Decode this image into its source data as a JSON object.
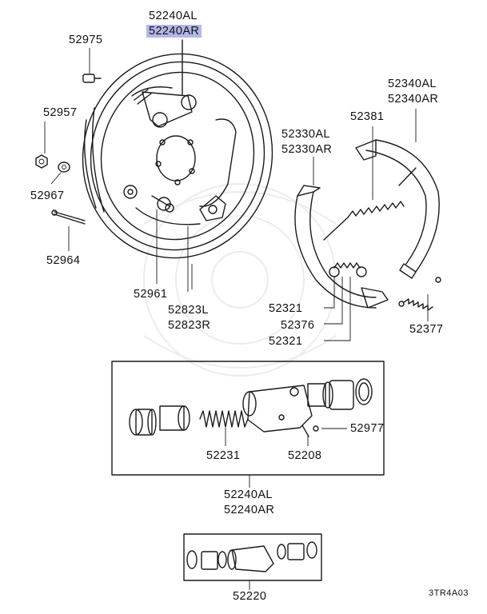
{
  "labels": {
    "p52240al_top": "52240AL",
    "p52240ar_top": "52240AR",
    "p52975": "52975",
    "p52957": "52957",
    "p52967": "52967",
    "p52964": "52964",
    "p52961": "52961",
    "p52823l": "52823L",
    "p52823r": "52823R",
    "p52340al": "52340AL",
    "p52340ar": "52340AR",
    "p52381": "52381",
    "p52330al": "52330AL",
    "p52330ar": "52330AR",
    "p52321a": "52321",
    "p52376": "52376",
    "p52321b": "52321",
    "p52377": "52377",
    "p52977": "52977",
    "p52231": "52231",
    "p52208": "52208",
    "p52240al_bot": "52240AL",
    "p52240ar_bot": "52240AR",
    "p52220": "52220"
  },
  "diagram_code": "3TR4A03",
  "highlight_color": "#b3b7e8"
}
